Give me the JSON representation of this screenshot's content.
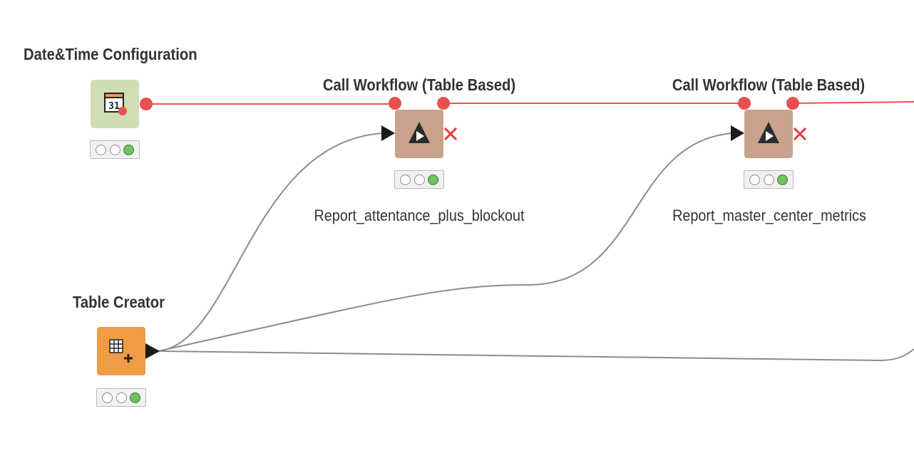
{
  "colors": {
    "flow_variable": "#e8504f",
    "data_connection": "#8c8c8c",
    "configuration_node": "#cfdfb3",
    "source_node": "#f09b45",
    "workflow_service_node": "#c8a28b",
    "status_green": "#6fc25c"
  },
  "nodes": {
    "datetime_config": {
      "title": "Date&Time Configuration",
      "icon": "calendar-icon",
      "icon_text": "31",
      "status": [
        "inactive",
        "inactive",
        "green"
      ]
    },
    "call_workflow_1": {
      "title": "Call Workflow (Table Based)",
      "label": "Report_attentance_plus_blockout",
      "icon": "play-triangle-icon",
      "status": [
        "inactive",
        "inactive",
        "green"
      ]
    },
    "call_workflow_2": {
      "title": "Call Workflow (Table Based)",
      "label": "Report_master_center_metrics",
      "icon": "play-triangle-icon",
      "status": [
        "inactive",
        "inactive",
        "green"
      ]
    },
    "table_creator": {
      "title": "Table Creator",
      "icon": "table-grid-plus-icon",
      "status": [
        "inactive",
        "inactive",
        "green"
      ]
    }
  }
}
